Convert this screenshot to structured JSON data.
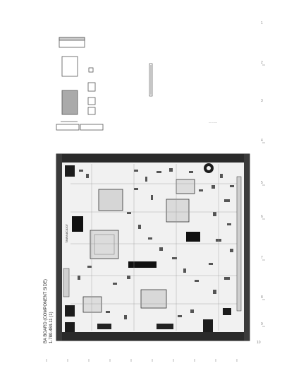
{
  "document": {
    "board_title": "BA BOARD (COMPONENT SIDE)",
    "board_subtitle": "1-780-484-11 (1)",
    "chip_label": "T84FA4IC4207",
    "margin_note": "...........",
    "page_marks": [
      "1",
      "2",
      "3",
      "4",
      "5",
      "6",
      "7",
      "8",
      "9",
      "10"
    ]
  }
}
